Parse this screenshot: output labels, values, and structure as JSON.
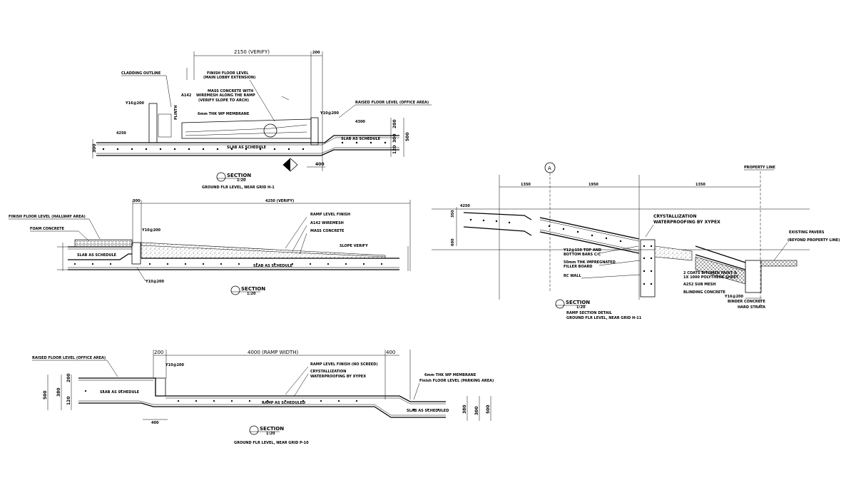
{
  "section1": {
    "dims": {
      "width": "2150 (VERIFY)",
      "right": "200",
      "bottom": "400",
      "left_h": "300",
      "h200": "200",
      "h300": "300",
      "h500": "500",
      "h120": "120",
      "h4250": "4250",
      "h4300": "4300"
    },
    "labels": {
      "cladding": "CLADDING OUTLINE",
      "ffl": "FINISH FLOOR LEVEL",
      "ffl_sub": "(MAIN LOBBY EXTENSION)",
      "mass": "MASS CONCRETE WITH",
      "mass2": "WIREMESH ALONG THE RAMP",
      "mass3": "(VERIFY SLOPE TO ARCH)",
      "a142": "A142",
      "membrane": "6mm THK WP MEMBRANE",
      "y10": "Y10@200",
      "raised": "RAISED FLOOR LEVEL (OFFICE AREA)",
      "slab": "SLAB AS SCHEDULE",
      "slab2": "SLAB AS SCHEDULE",
      "y16": "Y16@200",
      "plinth": "PLINTH"
    },
    "title": "SECTION",
    "scale": "1:20",
    "subtitle": "GROUND FLR LEVEL, NEAR GRID H-1"
  },
  "section2": {
    "dims": {
      "top": "4250 (VERIFY)",
      "left": "300"
    },
    "labels": {
      "ffl": "FINISH FLOOR LEVEL (HALLWAY AREA)",
      "foam": "FOAM CONCRETE",
      "ramp": "RAMP LEVEL FINISH",
      "a142": "A142 WIREMESH",
      "mass": "MASS CONCRETE",
      "slope": "SLOPE VERIFY",
      "y10a": "Y10@200",
      "y10b": "Y10@200",
      "slab": "SLAB AS SCHEDULE",
      "slab2": "SLAB AS SCHEDULE"
    },
    "title": "SECTION",
    "scale": "1:20"
  },
  "section3": {
    "grid": "A",
    "property": "PROPERTY LINE",
    "dims": {
      "d1": "1350",
      "d2": "1950",
      "d3": "1350",
      "h350": "350",
      "h600": "600",
      "h4250": "4250"
    },
    "labels": {
      "cryst": "CRYSTALLIZATION",
      "cryst2": "WATERPROOFING BY XYPEX",
      "pavers": "EXISTING PAVERS",
      "pavers2": "(BEYOND PROPERTY LINE)",
      "y12": "Y12@150 TOP AND",
      "y12b": "BOTTOM BARS C/C",
      "filler": "50mm THK IMPREGNATED",
      "filler2": "FILLER BOARD",
      "rc": "RC WALL",
      "coat": "2 COATS BITUMEN PAINT &",
      "coat2": "1X 1000 POLYTHENE SHEET",
      "sub": "A252 SUB MESH",
      "blinding": "BLINDING CONCRETE",
      "y16": "Y16@200",
      "binder": "BINDER CONCRETE",
      "hard": "HARD STRATA"
    },
    "title": "SECTION",
    "scale": "1:20",
    "subtitle": "RAMP SECTION DETAIL",
    "subtitle2": "GROUND FLR LEVEL, NEAR GRID H-11"
  },
  "section4": {
    "dims": {
      "left200": "200",
      "width": "4000 (RAMP WIDTH)",
      "right400": "400",
      "h500": "500",
      "h380": "380",
      "h200": "200",
      "h120": "120",
      "b500": "500",
      "b380": "380",
      "b300": "300",
      "bot400": "400"
    },
    "labels": {
      "raised": "RAISED FLOOR LEVEL (OFFICE AREA)",
      "y10": "Y10@200",
      "ramp": "RAMP LEVEL FINISH (NO SCREED)",
      "cryst": "CRYSTALLIZATION",
      "cryst2": "WATERPROOFING BY XYPEX",
      "membrane": "6mm THK WP MEMBRANE",
      "ffl": "Finish FLOOR LEVEL (PARKING AREA)",
      "slab": "SLAB AS SCHEDULE",
      "rampsch": "RAMP AS SCHEDULED",
      "slab2": "SLAB AS SCHEDULED"
    },
    "title": "SECTION",
    "scale": "1:20",
    "subtitle": "GROUND FLR LEVEL, NEAR GRID P-10"
  }
}
